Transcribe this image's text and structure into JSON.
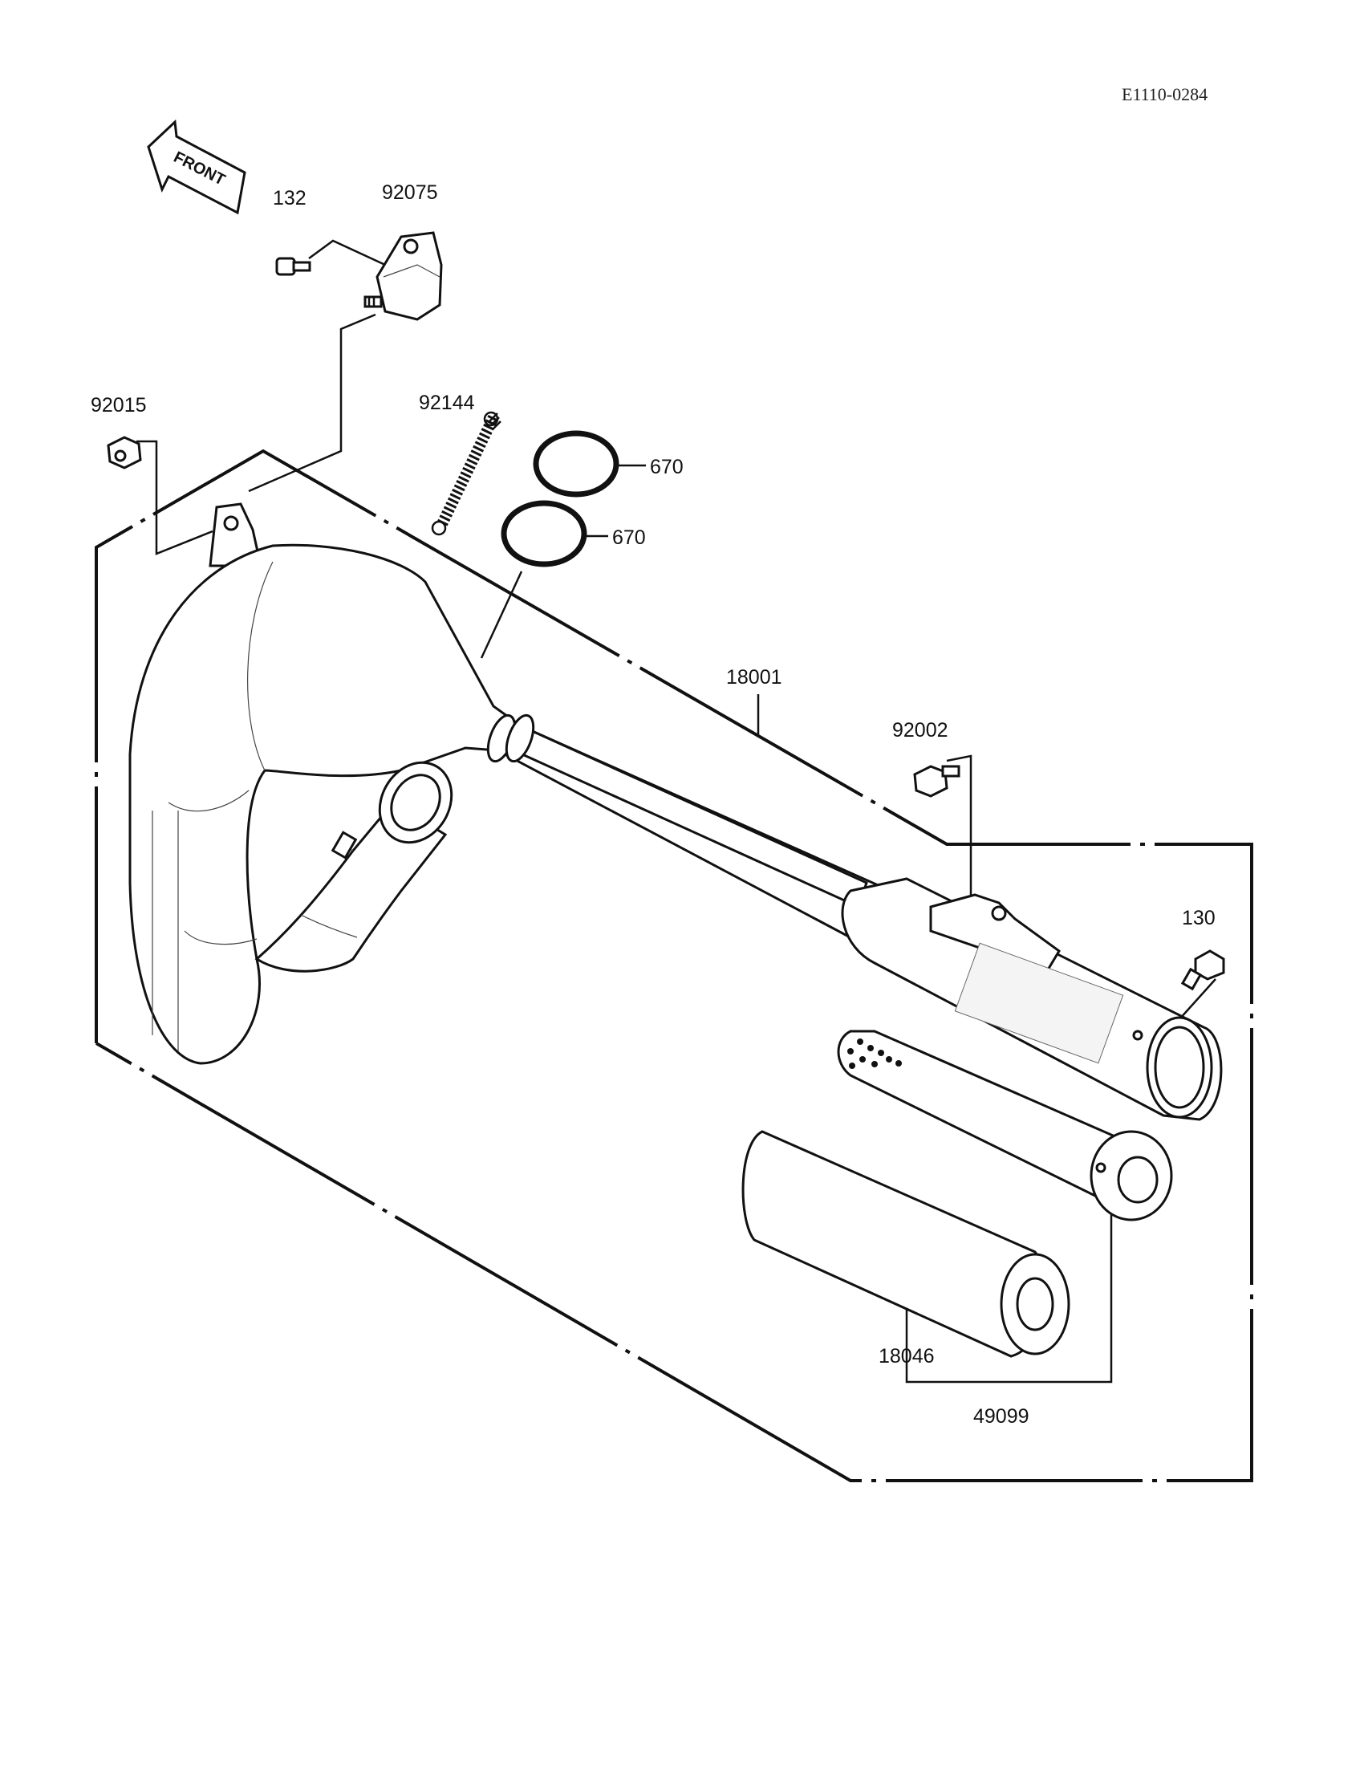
{
  "drawing_code": "E1110-0284",
  "front_label": "FRONT",
  "callouts": {
    "bolt_132": "132",
    "bracket_92075": "92075",
    "nut_92015": "92015",
    "spring_92144": "92144",
    "oring_upper_670": "670",
    "oring_lower_670": "670",
    "chamber_18001": "18001",
    "bolt_92002": "92002",
    "bolt_130": "130",
    "packing_18046": "18046",
    "silencer_49099": "49099"
  }
}
